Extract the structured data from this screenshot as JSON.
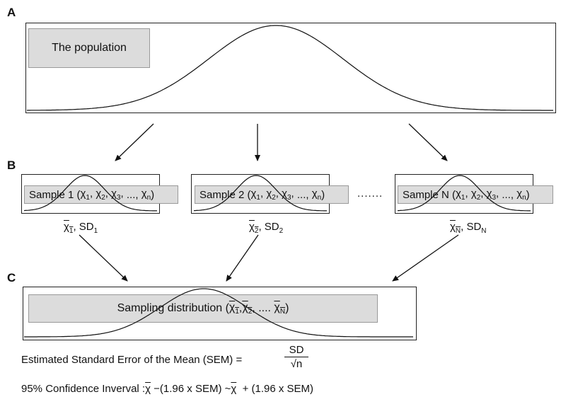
{
  "panels": {
    "a": "A",
    "b": "B",
    "c": "C"
  },
  "population": {
    "label": "The population"
  },
  "samples": [
    {
      "prefix": "Sample 1 (",
      "stat_index": "1"
    },
    {
      "prefix": "Sample 2 (",
      "stat_index": "2"
    },
    {
      "prefix": "Sample N (",
      "stat_index": "N"
    }
  ],
  "sample_set": {
    "x1": "χ",
    "i1": "1",
    "x2": "χ",
    "i2": "2",
    "x3": "χ",
    "i3": "3",
    "ellipsis": "...,",
    "xn": "χ",
    "in": "n",
    "close": ")"
  },
  "dots": ".......",
  "stat_sd": "SD",
  "stat_xbar": "χ",
  "sampling": {
    "prefix": "Sampling distribution (",
    "x": "χ",
    "i1": "1",
    "i2": "2",
    "dots": "....",
    "iN": "N",
    "close": ")"
  },
  "sem": {
    "text": "Estimated Standard Error of the Mean (SEM) =",
    "numerator": "SD",
    "denominator": "√n"
  },
  "ci": {
    "prefix": "95% Confidence Inverval :",
    "xbar": "χ",
    "middle1": "−(1.96 x SEM) ~",
    "middle2": "+ (1.96 x SEM)"
  }
}
